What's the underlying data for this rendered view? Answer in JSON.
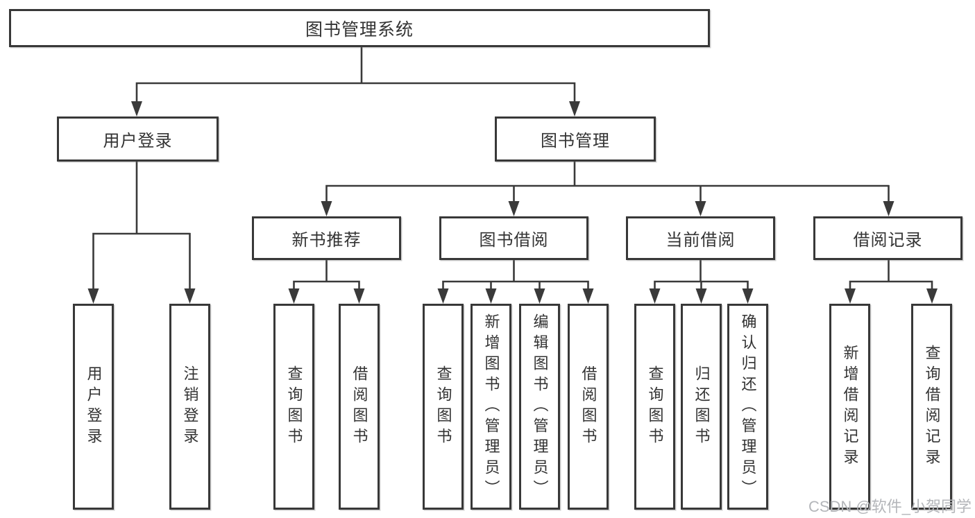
{
  "diagram_title": "图书管理系统",
  "nodes": {
    "root": {
      "label": "图书管理系统"
    },
    "level2": [
      {
        "label": "用户登录"
      },
      {
        "label": "图书管理"
      }
    ],
    "level3": [
      {
        "label": "新书推荐",
        "parent": "图书管理"
      },
      {
        "label": "图书借阅",
        "parent": "图书管理"
      },
      {
        "label": "当前借阅",
        "parent": "图书管理"
      },
      {
        "label": "借阅记录",
        "parent": "图书管理"
      }
    ],
    "leaves": [
      {
        "label": "用户登录",
        "parent": "用户登录"
      },
      {
        "label": "注销登录",
        "parent": "用户登录"
      },
      {
        "label": "查询图书",
        "parent": "新书推荐"
      },
      {
        "label": "借阅图书",
        "parent": "新书推荐"
      },
      {
        "label": "查询图书",
        "parent": "图书借阅"
      },
      {
        "label": "新增图书（管理员）",
        "parent": "图书借阅"
      },
      {
        "label": "编辑图书（管理员）",
        "parent": "图书借阅"
      },
      {
        "label": "借阅图书",
        "parent": "图书借阅"
      },
      {
        "label": "查询图书",
        "parent": "当前借阅"
      },
      {
        "label": "归还图书",
        "parent": "当前借阅"
      },
      {
        "label": "确认归还（管理员）",
        "parent": "当前借阅"
      },
      {
        "label": "新增借阅记录",
        "parent": "借阅记录"
      },
      {
        "label": "查询借阅记录",
        "parent": "借阅记录"
      }
    ]
  },
  "watermark": "CSDN @软件_小贺同学",
  "colors": {
    "line": "#3a3a3a",
    "box_border": "#383838",
    "text": "#333333",
    "watermark": "#b4b6ba",
    "background": "#ffffff"
  }
}
